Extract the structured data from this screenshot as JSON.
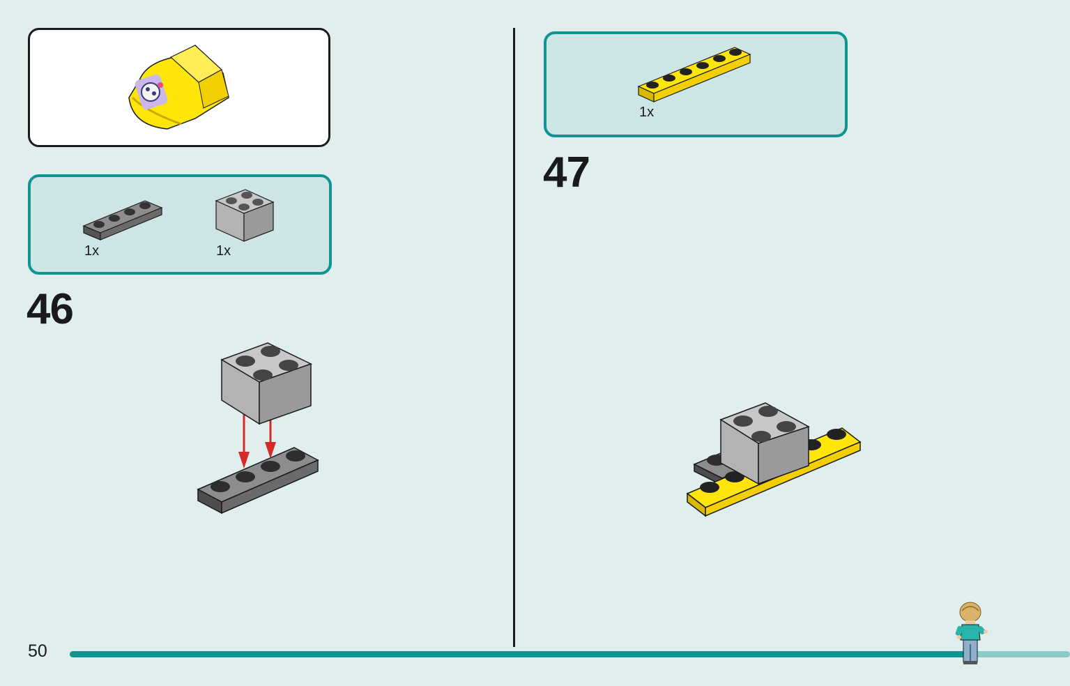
{
  "page": {
    "number": "50"
  },
  "progress": {
    "fraction": 0.905
  },
  "step46": {
    "number": "46",
    "parts": [
      {
        "name": "dark grey plate 1x4",
        "qty": "1x"
      },
      {
        "name": "light grey brick 2x2",
        "qty": "1x"
      }
    ]
  },
  "step47": {
    "number": "47",
    "parts": [
      {
        "name": "yellow plate 1x6",
        "qty": "1x"
      }
    ]
  },
  "colors": {
    "background": "#e0efee",
    "accent": "#0f9491",
    "yellow": "#ffe50a",
    "light_grey": "#a9a9a9",
    "dark_grey": "#6b6b6b",
    "arrow_red": "#d42a2a"
  }
}
